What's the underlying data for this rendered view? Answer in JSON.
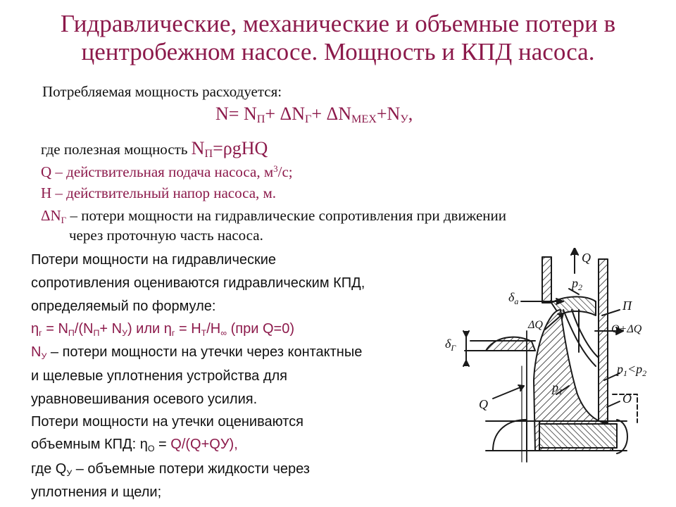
{
  "title": {
    "line1": "Гидравлические, механические и объемные потери в",
    "line2": "центробежном насосе. Мощность и КПД насоса."
  },
  "top_text": {
    "intro": "Потребляемая мощность расходуется:",
    "eq": {
      "N": "N",
      "eq": "= N",
      "sub_p": "П",
      "plus1": "+ ΔN",
      "sub_g": "Г",
      "plus2": "+ ΔN",
      "sub_mech": "МЕХ",
      "plus3": "+N",
      "sub_u": "У",
      "end": ","
    },
    "useful_prefix": "где полезная мощность",
    "useful_N": "N",
    "useful_sub": "П",
    "useful_rest": "=ρgHQ",
    "q_def_pre": "Q – действительная подача насоса, м",
    "q_def_sup": "3",
    "q_def_post": "/с;",
    "h_def": "H – действительный напор насоса, м.",
    "dng_N": "ΔN",
    "dng_sub": "Г",
    "dng_line1": " – потери мощности на гидравлические сопротивления при движении",
    "dng_line2": "через проточную часть насоса."
  },
  "left_text": {
    "l1": "Потери мощности на гидравлические",
    "l2": "сопротивления оцениваются гидравлическим КПД,",
    "l3": "определяемый по формуле:",
    "hyd_formula": {
      "eta": "η",
      "eta_sub": "г",
      "p1": " = N",
      "p1_sub": "П",
      "p2": "/(N",
      "p2_sub": "П",
      "p3": "+ N",
      "p3_sub": "У",
      "p4": ") или η",
      "p4_sub": "г",
      "p5": " = H",
      "p5_sub": "T",
      "p6": "/H",
      "p6_sub": "∞",
      "p7": " (при Q=0)"
    },
    "nu_N": "N",
    "nu_sub": "У",
    "nu_rest": " – потери мощности на утечки через контактные",
    "l5": "и щелевые уплотнения устройства для",
    "l6": "уравновешивания осевого усилия.",
    "l7": "Потери мощности на утечки оцениваются",
    "vol_pre": "объемным КПД:  η",
    "vol_sub": "O",
    "vol_eq": " = ",
    "vol_formula": "Q/(Q+QУ),",
    "qu_pre": "где Q",
    "qu_sub": "У",
    "qu_rest": " – объемные потери жидкости через",
    "l10": "уплотнения и щели;"
  },
  "drawing_labels": {
    "q_out": "Q",
    "p2": "p",
    "p2_sub": "2",
    "delta_a": "δ",
    "delta_a_sub": "a",
    "pi": "П",
    "dq": "ΔQ",
    "q_plus_dq": "Q+ΔQ",
    "delta_g": "δ",
    "delta_g_sub": "Г",
    "p1": "p",
    "p1_sub": "1",
    "p1_lt_p2": "p",
    "p1_lt_sub1": "1",
    "p1_lt_mid": "<p",
    "p1_lt_sub2": "2",
    "o": "O",
    "q_in": "Q"
  }
}
